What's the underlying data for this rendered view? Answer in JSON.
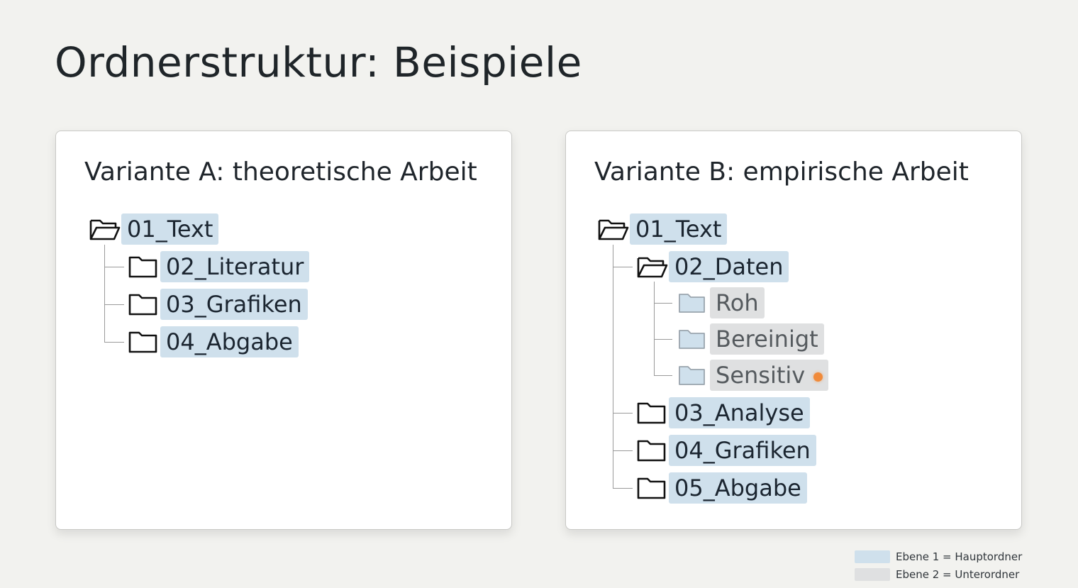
{
  "title": "Ordnerstruktur: Beispiele",
  "colors": {
    "level1": "#cfe0ec",
    "level2": "#dfe0e1",
    "sensitive_marker": "#f08a3a"
  },
  "variant_a": {
    "title": "Variante A: theoretische Arbeit",
    "root": {
      "label": "01_Text",
      "icon": "folder-open-icon"
    },
    "children": [
      {
        "label": "02_Literatur",
        "icon": "folder-icon"
      },
      {
        "label": "03_Grafiken",
        "icon": "folder-icon"
      },
      {
        "label": "04_Abgabe",
        "icon": "folder-icon"
      }
    ]
  },
  "variant_b": {
    "title": "Variante B: empirische Arbeit",
    "root": {
      "label": "01_Text",
      "icon": "folder-open-icon"
    },
    "children": [
      {
        "label": "02_Daten",
        "icon": "folder-open-icon",
        "children": [
          {
            "label": "Roh",
            "icon": "folder-icon"
          },
          {
            "label": "Bereinigt",
            "icon": "folder-icon"
          },
          {
            "label": "Sensitiv",
            "icon": "folder-icon",
            "marker": "orange-dot"
          }
        ]
      },
      {
        "label": "03_Analyse",
        "icon": "folder-icon"
      },
      {
        "label": "04_Grafiken",
        "icon": "folder-icon"
      },
      {
        "label": "05_Abgabe",
        "icon": "folder-icon"
      }
    ]
  },
  "legend": [
    {
      "label": "Ebene 1 = Hauptordner",
      "color": "#cfe0ec"
    },
    {
      "label": "Ebene 2 = Unterordner",
      "color": "#dfe0e1"
    }
  ]
}
